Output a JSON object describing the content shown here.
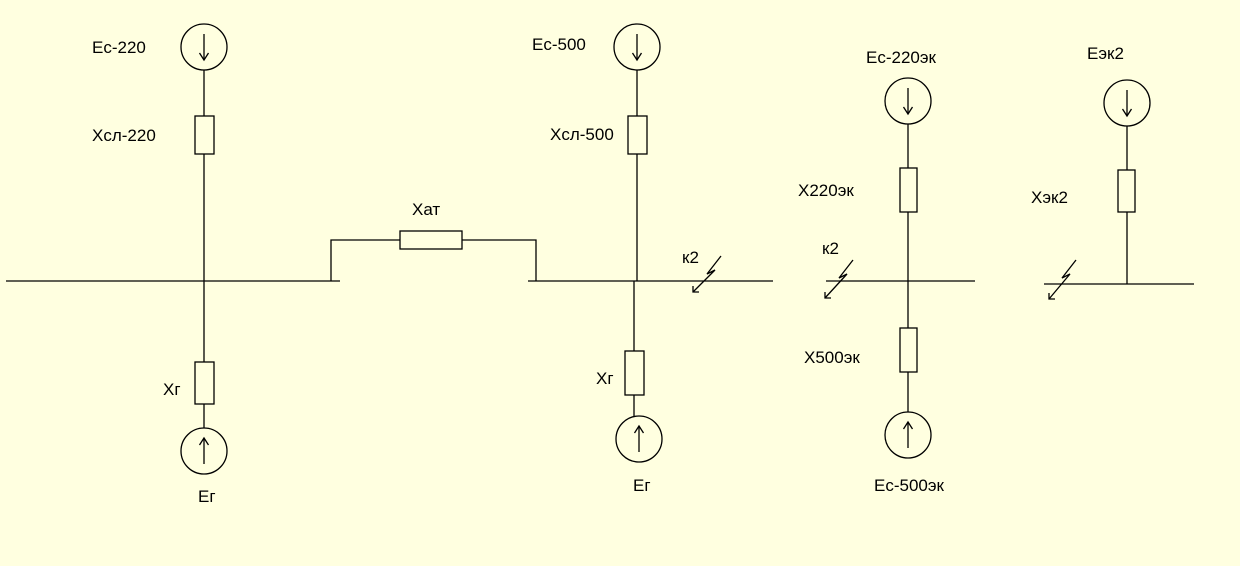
{
  "colors": {
    "background": "#ffffe0",
    "line": "#000000"
  },
  "schematic_1": {
    "source_top": {
      "label": "Ec-220",
      "icon": "arrow-down-in-circle"
    },
    "line_reactance": {
      "label": "Xсл-220"
    },
    "gen_reactance": {
      "label": "Xг"
    },
    "generator": {
      "label": "Eг",
      "icon": "arrow-up-in-circle"
    },
    "autotransformer": {
      "label": "Xат"
    }
  },
  "schematic_2": {
    "source_top": {
      "label": "Ec-500",
      "icon": "arrow-down-in-circle"
    },
    "line_reactance": {
      "label": "Xсл-500"
    },
    "gen_reactance": {
      "label": "Xг"
    },
    "generator": {
      "label": "Eг",
      "icon": "arrow-up-in-circle"
    },
    "fault": {
      "label": "к2",
      "icon": "lightning-fault"
    }
  },
  "equivalent_1": {
    "source_top": {
      "label": "Ec-220эк",
      "icon": "arrow-down-in-circle"
    },
    "upper_reactance": {
      "label": "X220эк"
    },
    "fault": {
      "label": "к2",
      "icon": "lightning-fault"
    },
    "lower_reactance": {
      "label": "X500эк"
    },
    "source_bottom": {
      "label": "Ec-500эк",
      "icon": "arrow-up-in-circle"
    }
  },
  "equivalent_2": {
    "source_top": {
      "label": "Eэк2",
      "icon": "arrow-down-in-circle"
    },
    "reactance": {
      "label": "Xэк2"
    },
    "fault": {
      "icon": "lightning-fault"
    }
  }
}
